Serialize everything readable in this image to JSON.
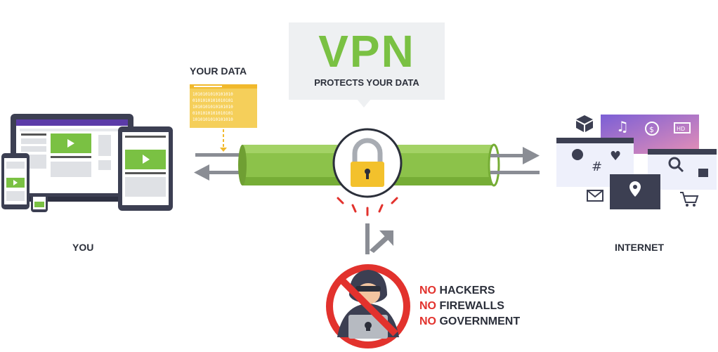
{
  "vpn": {
    "title": "VPN",
    "subtitle": "PROTECTS YOUR DATA"
  },
  "labels": {
    "your_data": "YOUR DATA",
    "you": "YOU",
    "internet": "INTERNET"
  },
  "threats": [
    {
      "no": "NO",
      "text": " HACKERS"
    },
    {
      "no": "NO",
      "text": " FIREWALLS"
    },
    {
      "no": "NO",
      "text": " GOVERNMENT"
    }
  ],
  "data_file_lines": [
    "1010101010101010",
    "0101010101010101",
    "1010101010101010",
    "0101010101010101",
    "1010101010101010"
  ],
  "icons": {
    "lock": "lock-icon",
    "hacker": "hacker-icon",
    "devices": "devices-icon",
    "internet": "internet-icon"
  },
  "colors": {
    "brand_green": "#7ac143",
    "tunnel_green": "#8cc24a",
    "alert_red": "#e2322d",
    "arrow_gray": "#8a8d94",
    "dark_text": "#2b2f3a",
    "data_yellow": "#f5cf5a"
  }
}
